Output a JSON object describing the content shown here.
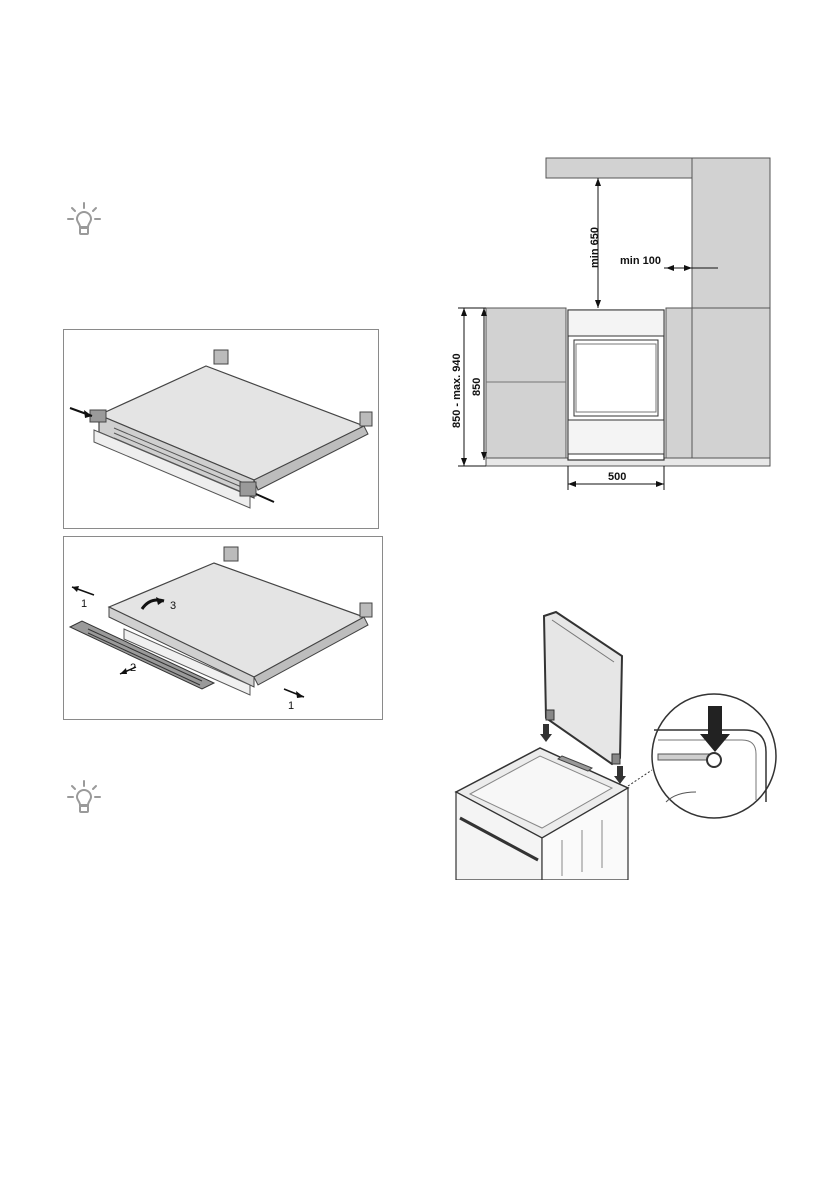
{
  "icons": {
    "tip_top": "lightbulb-icon",
    "tip_bottom": "lightbulb-icon"
  },
  "installation_diagram": {
    "labels": {
      "min_650": "min 650",
      "min_100": "min 100",
      "total_height": "850 - max. 940",
      "height_850": "850",
      "width_500": "500"
    }
  },
  "plinth_removal": {
    "steps": {
      "step1_left": "1",
      "step2": "2",
      "step3": "3",
      "step1_right": "1"
    }
  },
  "colors": {
    "cabinet_fill": "#d2d2d2",
    "cabinet_stroke": "#555555",
    "box_border": "#8a8a8a",
    "icon_gray": "#9a9a9a"
  }
}
